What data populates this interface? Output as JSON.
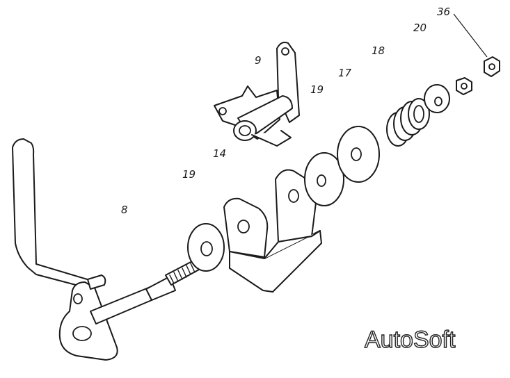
{
  "diagram": {
    "labels": [
      {
        "key": "p8",
        "text": "8"
      },
      {
        "key": "p9",
        "text": "9"
      },
      {
        "key": "p14",
        "text": "14"
      },
      {
        "key": "p17",
        "text": "17"
      },
      {
        "key": "p18",
        "text": "18"
      },
      {
        "key": "p19a",
        "text": "19"
      },
      {
        "key": "p19b",
        "text": "19"
      },
      {
        "key": "p20",
        "text": "20"
      },
      {
        "key": "p36",
        "text": "36"
      }
    ],
    "watermark": "AutoSoft"
  }
}
